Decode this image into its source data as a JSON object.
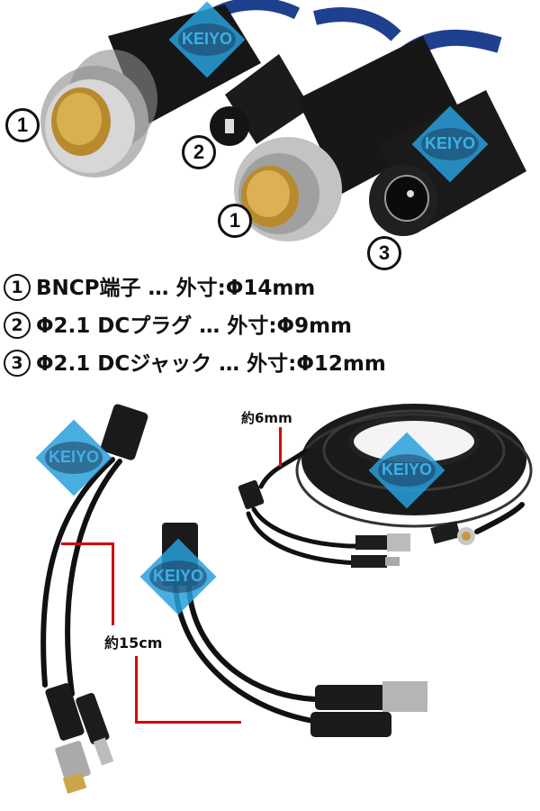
{
  "watermark": {
    "brand": "KEIYO",
    "color": "#28a0dc"
  },
  "top_photo": {
    "callouts": [
      {
        "id": "1a",
        "label": "1"
      },
      {
        "id": "2",
        "label": "2"
      },
      {
        "id": "1b",
        "label": "1"
      },
      {
        "id": "3",
        "label": "3"
      }
    ]
  },
  "specs": [
    {
      "number": "1",
      "name": "BNCP端子",
      "separator": "…",
      "dimension": "外寸:Φ14mm"
    },
    {
      "number": "2",
      "name": "Φ2.1 DCプラグ",
      "separator": "…",
      "dimension": "外寸:Φ9mm"
    },
    {
      "number": "3",
      "name": "Φ2.1 DCジャック",
      "separator": "…",
      "dimension": "外寸:Φ12mm"
    }
  ],
  "bottom_photo": {
    "cable_diameter_label": "約6mm",
    "split_length_label": "約15cm",
    "accent_color": "#d20a0a"
  }
}
